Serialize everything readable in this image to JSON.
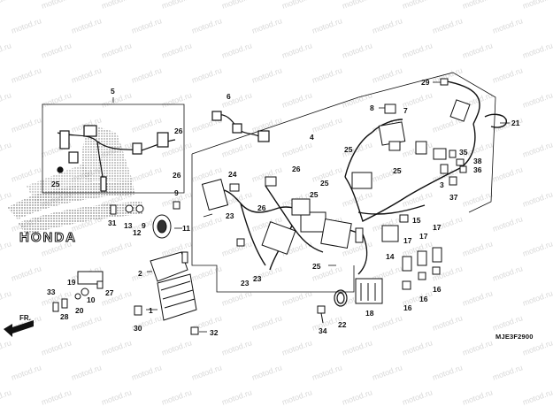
{
  "diagram": {
    "brand_logo_text": "HONDA",
    "watermark_text": "motod.ru",
    "part_code": "MJE3F2900",
    "direction_label": "FR.",
    "callouts": [
      {
        "id": "c5",
        "label": "5"
      },
      {
        "id": "c6",
        "label": "6"
      },
      {
        "id": "c4",
        "label": "4"
      },
      {
        "id": "c29",
        "label": "29"
      },
      {
        "id": "c8",
        "label": "8"
      },
      {
        "id": "c7",
        "label": "7"
      },
      {
        "id": "c21",
        "label": "21"
      },
      {
        "id": "c26a",
        "label": "26"
      },
      {
        "id": "c25a",
        "label": "25"
      },
      {
        "id": "c26b",
        "label": "26"
      },
      {
        "id": "c25b",
        "label": "25"
      },
      {
        "id": "c25c",
        "label": "25"
      },
      {
        "id": "c35",
        "label": "35"
      },
      {
        "id": "c38",
        "label": "38"
      },
      {
        "id": "c36",
        "label": "36"
      },
      {
        "id": "c3",
        "label": "3"
      },
      {
        "id": "c37",
        "label": "37"
      },
      {
        "id": "c24",
        "label": "24"
      },
      {
        "id": "c26c",
        "label": "26"
      },
      {
        "id": "c25d",
        "label": "25"
      },
      {
        "id": "c9",
        "label": "9"
      },
      {
        "id": "c23a",
        "label": "23"
      },
      {
        "id": "c26d",
        "label": "26"
      },
      {
        "id": "c25e",
        "label": "25"
      },
      {
        "id": "c31",
        "label": "31"
      },
      {
        "id": "c13",
        "label": "13"
      },
      {
        "id": "c12",
        "label": "12"
      },
      {
        "id": "c9b",
        "label": "9"
      },
      {
        "id": "c11",
        "label": "11"
      },
      {
        "id": "c15",
        "label": "15"
      },
      {
        "id": "c17a",
        "label": "17"
      },
      {
        "id": "c17b",
        "label": "17"
      },
      {
        "id": "c17c",
        "label": "17"
      },
      {
        "id": "c14",
        "label": "14"
      },
      {
        "id": "c2",
        "label": "2"
      },
      {
        "id": "c23b",
        "label": "23"
      },
      {
        "id": "c23c",
        "label": "23"
      },
      {
        "id": "c25f",
        "label": "25"
      },
      {
        "id": "c19",
        "label": "19"
      },
      {
        "id": "c27",
        "label": "27"
      },
      {
        "id": "c33",
        "label": "33"
      },
      {
        "id": "c10",
        "label": "10"
      },
      {
        "id": "c20",
        "label": "20"
      },
      {
        "id": "c28",
        "label": "28"
      },
      {
        "id": "c1",
        "label": "1"
      },
      {
        "id": "c30",
        "label": "30"
      },
      {
        "id": "c32",
        "label": "32"
      },
      {
        "id": "c34",
        "label": "34"
      },
      {
        "id": "c22",
        "label": "22"
      },
      {
        "id": "c18",
        "label": "18"
      },
      {
        "id": "c16a",
        "label": "16"
      },
      {
        "id": "c16b",
        "label": "16"
      },
      {
        "id": "c16c",
        "label": "16"
      }
    ]
  }
}
